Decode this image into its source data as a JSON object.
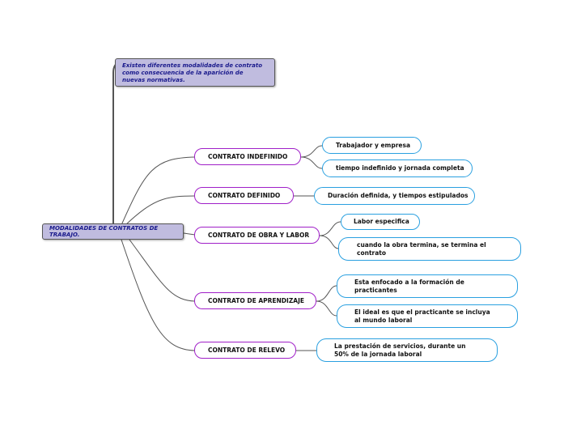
{
  "root": {
    "label": "MODALIDADES DE CONTRATOS DE TRABAJO."
  },
  "note": {
    "text": "Existen diferentes modalidades de contrato como consecuencia de la aparición de nuevas normativas."
  },
  "branches": [
    {
      "label": "CONTRATO INDEFINIDO",
      "children": [
        "Trabajador y empresa",
        "tiempo indefinido y jornada completa"
      ]
    },
    {
      "label": "CONTRATO DEFINIDO",
      "children": [
        "Duración definida, y tiempos estipulados"
      ]
    },
    {
      "label": "CONTRATO DE OBRA Y LABOR",
      "children": [
        "Labor especifica",
        "cuando la obra termina, se termina el contrato"
      ]
    },
    {
      "label": "CONTRATO DE APRENDIZAJE",
      "children": [
        "Esta enfocado a la formación de practicantes",
        "El ideal es que el practicante se incluya al mundo laboral"
      ]
    },
    {
      "label": "CONTRATO DE RELEVO",
      "children": [
        "La prestación de servicios, durante un 50% de la jornada laboral"
      ]
    }
  ],
  "colors": {
    "topic_border": "#a020c8",
    "leaf_border": "#2aa0e0",
    "root_fill": "#c0bcdf",
    "link": "#555555"
  }
}
